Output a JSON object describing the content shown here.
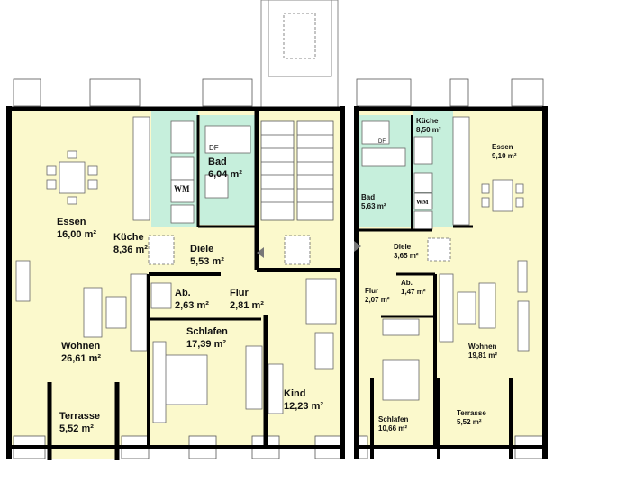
{
  "colors": {
    "living": "#fbf9cc",
    "wet": "#c6efdc",
    "wall": "#000000",
    "furniture": "#ffffff"
  },
  "left_unit": {
    "rooms": [
      {
        "name": "Essen",
        "area": "16,00 m²"
      },
      {
        "name": "Küche",
        "area": "8,36 m²"
      },
      {
        "name": "Bad",
        "area": "6,04 m²"
      },
      {
        "name": "Diele",
        "area": "5,53 m²"
      },
      {
        "name": "Ab.",
        "area": "2,63 m²"
      },
      {
        "name": "Flur",
        "area": "2,81 m²"
      },
      {
        "name": "Schlafen",
        "area": "17,39 m²"
      },
      {
        "name": "Wohnen",
        "area": "26,61 m²"
      },
      {
        "name": "Terrasse",
        "area": "5,52 m²"
      },
      {
        "name": "Kind",
        "area": "12,23 m²"
      }
    ],
    "fixtures": {
      "wm": "WM",
      "df": "DF"
    }
  },
  "right_unit": {
    "rooms": [
      {
        "name": "Küche",
        "area": "8,50 m²"
      },
      {
        "name": "Essen",
        "area": "9,10 m²"
      },
      {
        "name": "Bad",
        "area": "5,63 m²"
      },
      {
        "name": "Diele",
        "area": "3,65 m²"
      },
      {
        "name": "Ab.",
        "area": "1,47 m²"
      },
      {
        "name": "Flur",
        "area": "2,07 m²"
      },
      {
        "name": "Wohnen",
        "area": "19,81 m²"
      },
      {
        "name": "Schlafen",
        "area": "10,66 m²"
      },
      {
        "name": "Terrasse",
        "area": "5,52 m²"
      }
    ],
    "fixtures": {
      "wm": "WM",
      "df": "DF"
    }
  }
}
